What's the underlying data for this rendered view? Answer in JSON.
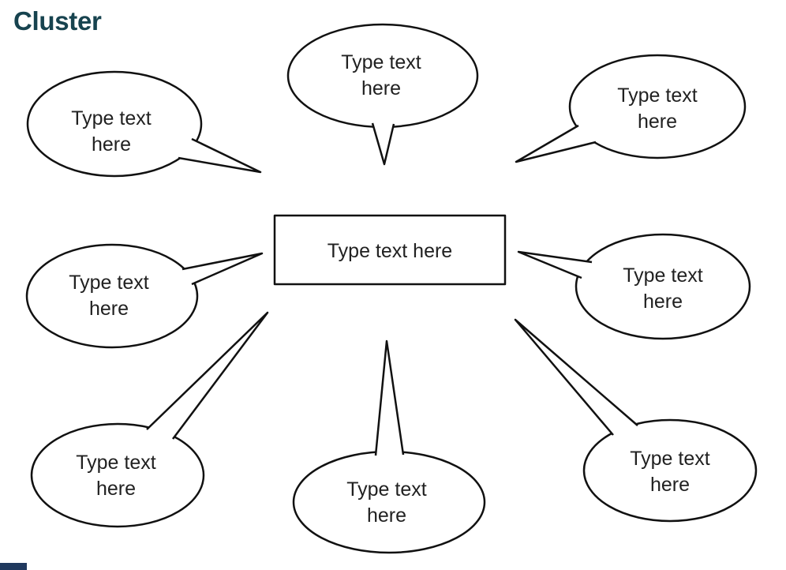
{
  "header": {
    "title": "Cluster",
    "title_color": "#17434f"
  },
  "center_box": {
    "label": "Type text here"
  },
  "bubbles": [
    {
      "position": "top-left",
      "lines": [
        "Type text",
        "here"
      ]
    },
    {
      "position": "top-center",
      "lines": [
        "Type text",
        "here"
      ]
    },
    {
      "position": "top-right",
      "lines": [
        "Type text",
        "here"
      ]
    },
    {
      "position": "middle-left",
      "lines": [
        "Type text",
        "here"
      ]
    },
    {
      "position": "middle-right",
      "lines": [
        "Type text",
        "here"
      ]
    },
    {
      "position": "bottom-left",
      "lines": [
        "Type text",
        "here"
      ]
    },
    {
      "position": "bottom-center",
      "lines": [
        "Type text",
        "here"
      ]
    },
    {
      "position": "bottom-right",
      "lines": [
        "Type text",
        "here"
      ]
    }
  ],
  "colors": {
    "shape_outline": "#111111",
    "shape_fill": "#ffffff",
    "text": "#212121",
    "title": "#17434f",
    "corner_bar": "#20395e"
  }
}
